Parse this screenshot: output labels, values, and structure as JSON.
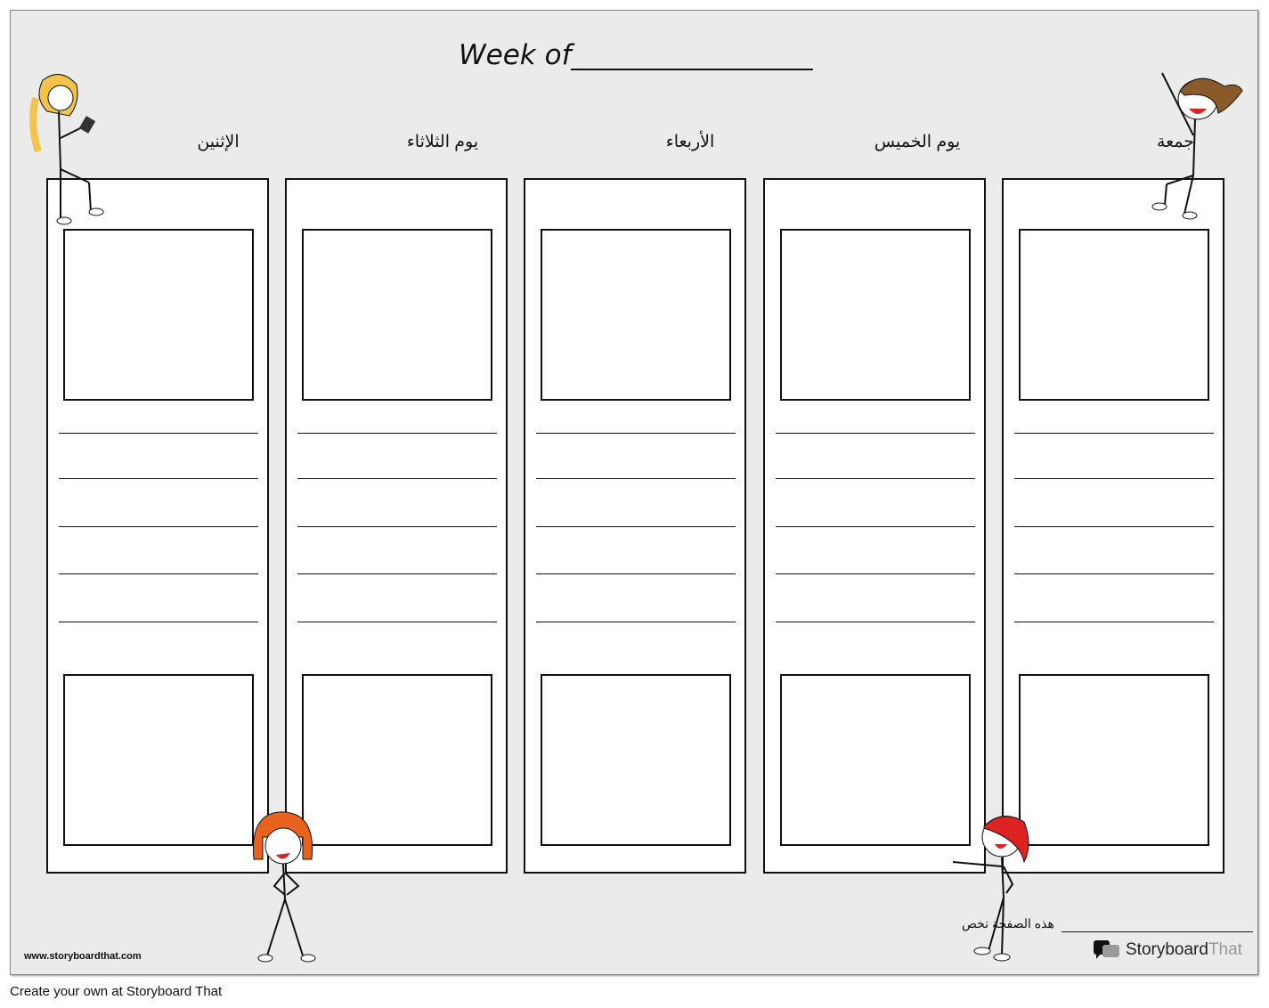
{
  "header": {
    "title": "Week of"
  },
  "days": [
    "الإثنين",
    "يوم الثلاثاء",
    "الأربعاء",
    "يوم الخميس",
    "جمعة"
  ],
  "footer": {
    "url": "www.storyboardthat.com",
    "belongs_to": "هذه الصفحة تخص",
    "logo_a": "Storyboard",
    "logo_b": "That",
    "credit": "Create your own at Storyboard That"
  }
}
